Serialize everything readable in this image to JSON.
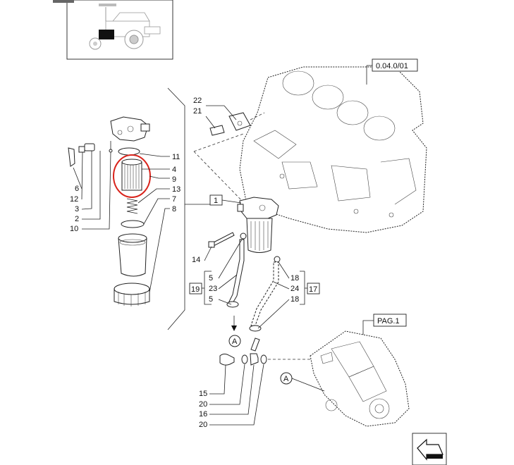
{
  "labels": {
    "ref_top": "0.04.0/01",
    "ref_pump": "PAG.1",
    "callout_a_1": "A",
    "callout_a_2": "A",
    "n22": "22",
    "n21": "21",
    "n11": "11",
    "n4": "4",
    "n9": "9",
    "n13": "13",
    "n7": "7",
    "n8": "8",
    "n6": "6",
    "n12": "12",
    "n3": "3",
    "n2": "2",
    "n10": "10",
    "n1": "1",
    "n14": "14",
    "n5a": "5",
    "n23": "23",
    "n5b": "5",
    "n19": "19",
    "n18a": "18",
    "n24": "24",
    "n18b": "18",
    "n17": "17",
    "n15": "15",
    "n20a": "20",
    "n16": "16",
    "n20b": "20"
  },
  "colors": {
    "highlight": "#d9241c",
    "line": "#222222"
  },
  "icons": {
    "tractor": "tractor-thumbnail-icon",
    "nav": "next-page-arrow-icon"
  }
}
